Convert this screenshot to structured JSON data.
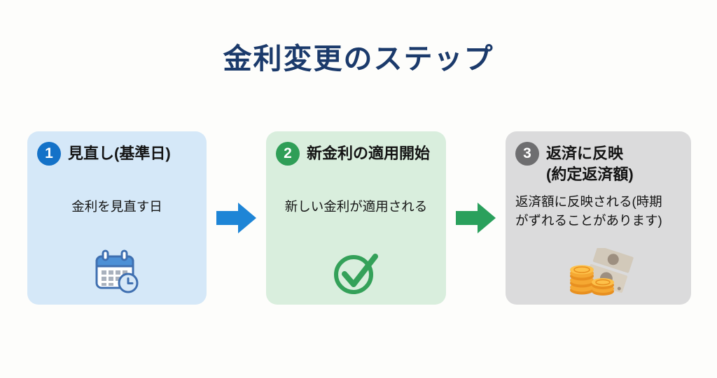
{
  "title": "金利変更のステップ",
  "steps": [
    {
      "number": "1",
      "title": "見直し(基準日)",
      "description": "金利を見直す日",
      "icon": "calendar-clock-icon",
      "badge_color": "#1472c8",
      "bg_color": "#d5e8f8"
    },
    {
      "number": "2",
      "title": "新金利の適用開始",
      "description": "新しい金利が適用される",
      "icon": "check-circle-icon",
      "badge_color": "#2f9e57",
      "bg_color": "#d9eedd"
    },
    {
      "number": "3",
      "title": "返済に反映",
      "title_line2": "(約定返済額)",
      "description": "返済額に反映される(時期がずれることがあります)",
      "icon": "coins-banknotes-icon",
      "badge_color": "#6e6e70",
      "bg_color": "#dbdbdc"
    }
  ],
  "arrows": [
    {
      "direction": "right",
      "color": "#1e85d6"
    },
    {
      "direction": "right",
      "color": "#2aa05c"
    }
  ],
  "colors": {
    "title_text": "#1b3a6b",
    "body_text": "#141414",
    "check_green": "#34a159",
    "calendar_blue": "#3f6fb0",
    "coin_gold": "#f5a832",
    "background": "#fdfdfb"
  }
}
